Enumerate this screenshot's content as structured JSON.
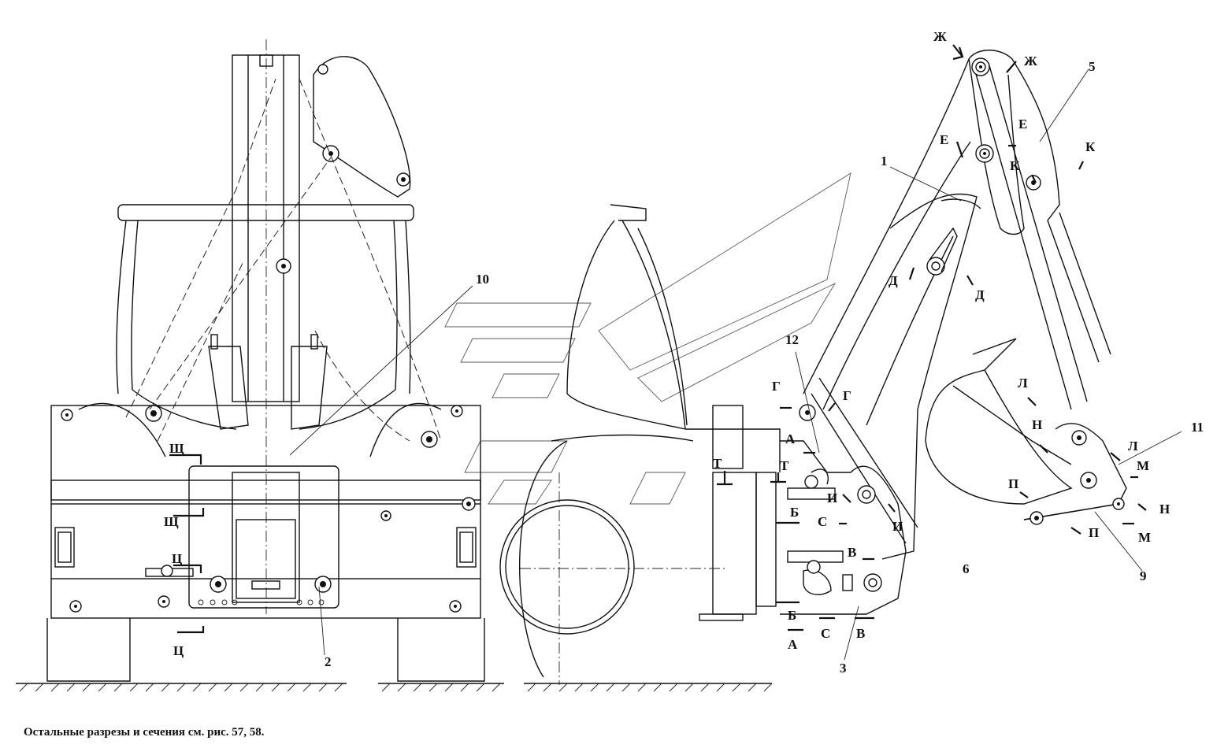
{
  "diagram": {
    "footnote": "Остальные разрезы и сечения см. рис. 57, 58.",
    "callouts": {
      "c1": "1",
      "c2": "2",
      "c3": "3",
      "c5": "5",
      "c6": "6",
      "c9": "9",
      "c10": "10",
      "c11": "11",
      "c12": "12"
    },
    "section_marks": {
      "zh": "Ж",
      "e": "Е",
      "k": "К",
      "d": "Д",
      "g": "Г",
      "a": "А",
      "t": "Т",
      "b": "Б",
      "i": "И",
      "s": "С",
      "v": "В",
      "l": "Л",
      "n": "Н",
      "m": "М",
      "p": "П",
      "shch": "Щ",
      "ts": "Ц"
    },
    "colors": {
      "line": "#111111",
      "background": "#ffffff"
    }
  }
}
